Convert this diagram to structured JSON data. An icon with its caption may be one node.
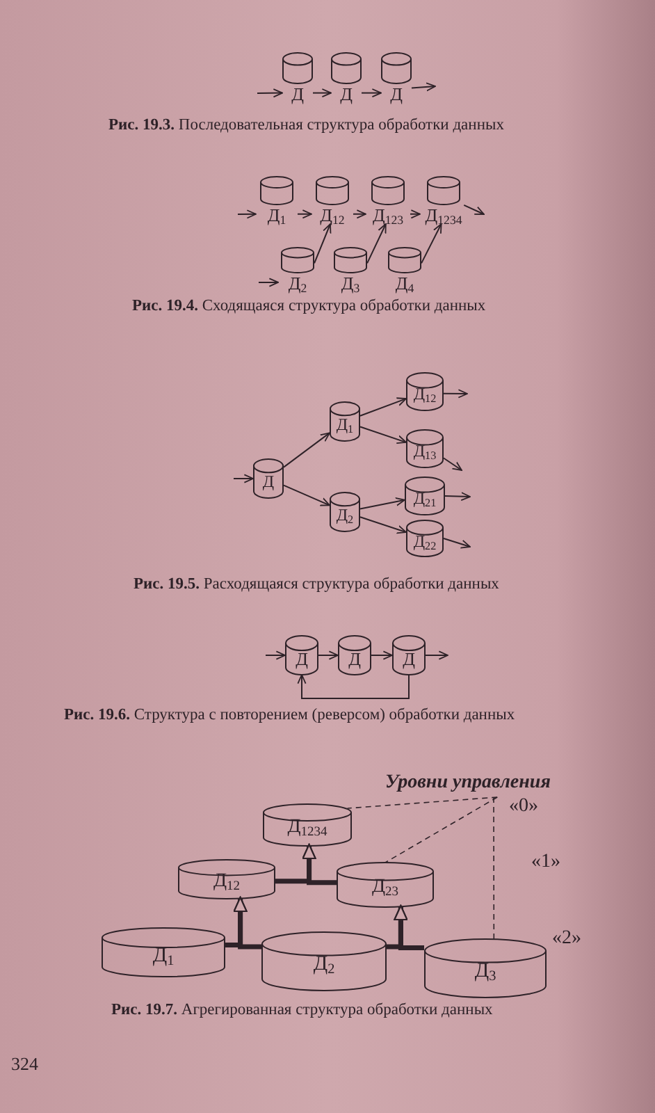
{
  "diagram": {
    "nodes": [
      {
        "text": [
          "Д"
        ]
      },
      {
        "text": [
          "Д"
        ]
      },
      {
        "text": [
          "Д"
        ]
      },
      {
        "text": [
          "Д$_{1}$"
        ]
      },
      {
        "text": [
          "Д$_{12}$"
        ]
      },
      {
        "text": [
          "Д$_{123}$"
        ]
      },
      {
        "text": [
          "Д$_{1234}$"
        ]
      },
      {
        "text": [
          "Д$_{2}$"
        ]
      },
      {
        "text": [
          "Д$_{3}$"
        ]
      },
      {
        "text": [
          "Д$_{4}$"
        ]
      },
      {
        "text": [
          "Д"
        ]
      },
      {
        "text": [
          "Д$_{1}$"
        ]
      },
      {
        "text": [
          "Д$_{12}$"
        ]
      },
      {
        "text": [
          "Д$_{13}$"
        ]
      },
      {
        "text": [
          "Д$_{2}$"
        ]
      },
      {
        "text": [
          "Д$_{21}$"
        ]
      },
      {
        "text": [
          "Д$_{22}$"
        ]
      },
      {
        "text": [
          "Д"
        ]
      },
      {
        "text": [
          "Д"
        ]
      },
      {
        "text": [
          "Д"
        ]
      },
      {
        "text": [
          "Уровни управления"
        ]
      },
      {
        "text": [
          "Д$_{1234}$"
        ]
      },
      {
        "text": [
          "Д$_{12}$"
        ]
      },
      {
        "text": [
          "Д$_{23}$"
        ]
      },
      {
        "text": [
          "Д$_{1}$"
        ]
      },
      {
        "text": [
          "Д$_{2}$"
        ]
      },
      {
        "text": [
          "Д$_{3}$"
        ]
      }
    ],
    "edges": [
      {
        "from": null,
        "to": 0,
        "arrow": "to"
      },
      {
        "from": 0,
        "to": 1,
        "arrow": "to"
      },
      {
        "from": 1,
        "to": 2,
        "arrow": "to"
      },
      {
        "from": 2,
        "to": null,
        "arrow": "to"
      },
      {
        "from": null,
        "to": 3,
        "arrow": "to"
      },
      {
        "from": 3,
        "to": 4,
        "arrow": "to"
      },
      {
        "from": 4,
        "to": 5,
        "arrow": "to"
      },
      {
        "from": 5,
        "to": 6,
        "arrow": "to"
      },
      {
        "from": 6,
        "to": null,
        "arrow": "to"
      },
      {
        "from": null,
        "to": 7,
        "arrow": "to"
      },
      {
        "from": 7,
        "to": 4,
        "arrow": "to"
      },
      {
        "from": 8,
        "to": 5,
        "arrow": "to"
      },
      {
        "from": 9,
        "to": 6,
        "arrow": "to"
      },
      {
        "from": null,
        "to": 10,
        "arrow": "to"
      },
      {
        "from": 10,
        "to": 11,
        "arrow": "to"
      },
      {
        "from": 10,
        "to": 14,
        "arrow": "to"
      },
      {
        "from": 11,
        "to": 12,
        "arrow": "to"
      },
      {
        "from": 11,
        "to": 13,
        "arrow": "to"
      },
      {
        "from": 14,
        "to": 15,
        "arrow": "to"
      },
      {
        "from": 14,
        "to": 16,
        "arrow": "to"
      },
      {
        "from": 12,
        "to": null,
        "arrow": "to"
      },
      {
        "from": 13,
        "to": null,
        "arrow": "to"
      },
      {
        "from": 15,
        "to": null,
        "arrow": "to"
      },
      {
        "from": 16,
        "to": null,
        "arrow": "to"
      },
      {
        "from": null,
        "to": 17,
        "arrow": "to"
      },
      {
        "from": 17,
        "to": 18,
        "arrow": "to"
      },
      {
        "from": 18,
        "to": 19,
        "arrow": "to"
      },
      {
        "from": 19,
        "to": null,
        "arrow": "to"
      },
      {
        "from": 19,
        "to": 17,
        "arrow": "to"
      },
      {
        "from": 24,
        "to": 22,
        "arrow": "to",
        "style": "thick"
      },
      {
        "from": 25,
        "to": 22,
        "arrow": "to",
        "style": "thick"
      },
      {
        "from": 25,
        "to": 23,
        "arrow": "to",
        "style": "thick"
      },
      {
        "from": 26,
        "to": 23,
        "arrow": "to",
        "style": "thick"
      },
      {
        "from": 22,
        "to": 21,
        "arrow": "to",
        "style": "thick"
      },
      {
        "from": 23,
        "to": 21,
        "arrow": "to",
        "style": "thick"
      },
      {
        "from": 20,
        "to": 21,
        "arrow": "none",
        "style": "dashed"
      },
      {
        "from": 20,
        "to": 23,
        "arrow": "none",
        "style": "dashed"
      },
      {
        "from": 20,
        "to": 26,
        "arrow": "none",
        "style": "dashed"
      }
    ],
    "labels": [
      "**Рис. 19.3.** Последовательная структура обработки данных",
      "**Рис. 19.4.** Сходящаяся структура обработки данных",
      "**Рис. 19.5.** Расходящаяся структура обработки данных",
      "**Рис. 19.6.** Структура с повторением (реверсом) обработки данных",
      "«0»",
      "«1»",
      "«2»",
      "**Рис. 19.7.** Агрегированная структура обработки данных",
      "324"
    ]
  }
}
